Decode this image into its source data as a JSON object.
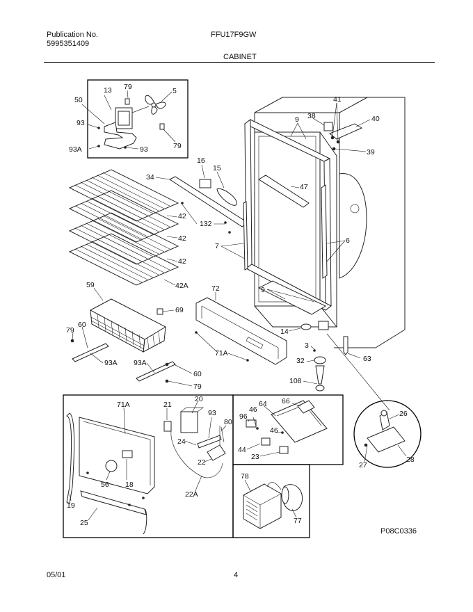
{
  "header": {
    "publication_label": "Publication No.",
    "publication_number": "5995351409",
    "model": "FFU17F9GW",
    "section": "CABINET"
  },
  "footer": {
    "date": "05/01",
    "page": "4",
    "drawing_code": "P08C0336"
  },
  "callouts": {
    "c13": "13",
    "c79a": "79",
    "c5": "5",
    "c50": "50",
    "c93a": "93",
    "c93Aa": "93A",
    "c93b": "93",
    "c79b": "79",
    "c16": "16",
    "c15": "15",
    "c34": "34",
    "c42a": "42",
    "c132": "132",
    "c42b": "42",
    "c42c": "42",
    "c42A": "42A",
    "c9a": "9",
    "c41": "41",
    "c38": "38",
    "c40": "40",
    "c39": "39",
    "c47": "47",
    "c7": "7",
    "c6": "6",
    "c9b": "9",
    "c59": "59",
    "c69": "69",
    "c72": "72",
    "c79c": "79",
    "c60a": "60",
    "c93Ab": "93A",
    "c71A": "71A",
    "c93Ac": "93A",
    "c60b": "60",
    "c79d": "79",
    "c14": "14",
    "c63": "63",
    "c3": "3",
    "c32": "32",
    "c108": "108",
    "c20": "20",
    "c71Ab": "71A",
    "c21": "21",
    "c93c": "93",
    "c80": "80",
    "c24": "24",
    "c22": "22",
    "c56": "56",
    "c18": "18",
    "c19": "19",
    "c22A": "22A",
    "c25": "25",
    "c64": "64",
    "c66": "66",
    "c46a": "46",
    "c96": "96",
    "c46b": "46",
    "c44": "44",
    "c23": "23",
    "c78": "78",
    "c77": "77",
    "c26": "26",
    "c27": "27",
    "c28": "28"
  }
}
